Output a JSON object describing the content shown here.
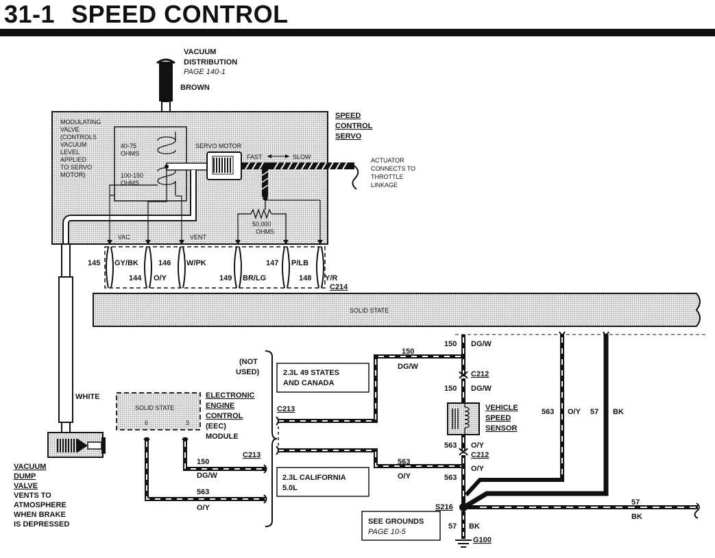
{
  "title": {
    "number": "31-1",
    "text": "SPEED CONTROL"
  },
  "vacuum_source": {
    "line1": "VACUUM",
    "line2": "DISTRIBUTION",
    "page_ref": "PAGE 140-1",
    "hose_color": "BROWN"
  },
  "servo": {
    "title_lines": [
      "SPEED",
      "CONTROL",
      "SERVO"
    ],
    "modulating_valve_lines": [
      "MODULATING",
      "VALVE",
      "(CONTROLS",
      "VACUUM",
      "LEVEL",
      "APPLIED",
      "TO SERVO",
      "MOTOR)"
    ],
    "coil1_lines": [
      "40-75",
      "OHMS"
    ],
    "coil2_lines": [
      "100-150",
      "OHMS"
    ],
    "servo_motor": "SERVO MOTOR",
    "fast": "FAST",
    "slow": "SLOW",
    "pot_lines": [
      "50,000",
      "OHMS"
    ],
    "vac": "VAC",
    "vent": "VENT",
    "actuator_lines": [
      "ACTUATOR",
      "CONNECTS TO",
      "THROTTLE",
      "LINKAGE"
    ]
  },
  "connector_c214": {
    "name": "C214",
    "pins": [
      {
        "circuit": "145",
        "color": "GY/BK"
      },
      {
        "circuit": "144",
        "color": "O/Y"
      },
      {
        "circuit": "146",
        "color": "O/Y"
      },
      {
        "circuit": "149",
        "color": "W/PK"
      },
      {
        "circuit": "147",
        "color": "BR/LG"
      },
      {
        "circuit": "148",
        "color": "P/LB"
      },
      {
        "circuit": "",
        "color": "Y/R"
      }
    ]
  },
  "solid_state_bar": "SOLID STATE",
  "eec": {
    "box_label": "SOLID STATE",
    "pin_a": "6",
    "pin_b": "3",
    "title_lines": [
      "ELECTRONIC",
      "ENGINE",
      "CONTROL",
      "(EEC)",
      "MODULE"
    ]
  },
  "white_hose": "WHITE",
  "dump_valve": {
    "lines": [
      "VACUUM",
      "DUMP",
      "VALVE"
    ],
    "desc_lines": [
      "VENTS TO",
      "ATMOSPHERE",
      "WHEN BRAKE",
      "IS DEPRESSED"
    ]
  },
  "not_used_lines": [
    "(NOT",
    "USED)"
  ],
  "option1_lines": [
    "2.3L 49 STATES",
    "AND CANADA"
  ],
  "option2_lines": [
    "2.3L CALIFORNIA",
    "5.0L"
  ],
  "wires": {
    "w150": "150",
    "dgw": "DG/W",
    "w563": "563",
    "oy": "O/Y",
    "w57": "57",
    "bk": "BK"
  },
  "connectors": {
    "c212": "C212",
    "c213": "C213",
    "s216": "S216",
    "g100": "G100"
  },
  "vss_lines": [
    "VEHICLE",
    "SPEED",
    "SENSOR"
  ],
  "grounds": {
    "line1": "SEE GROUNDS",
    "page_ref": "PAGE 10-5"
  }
}
